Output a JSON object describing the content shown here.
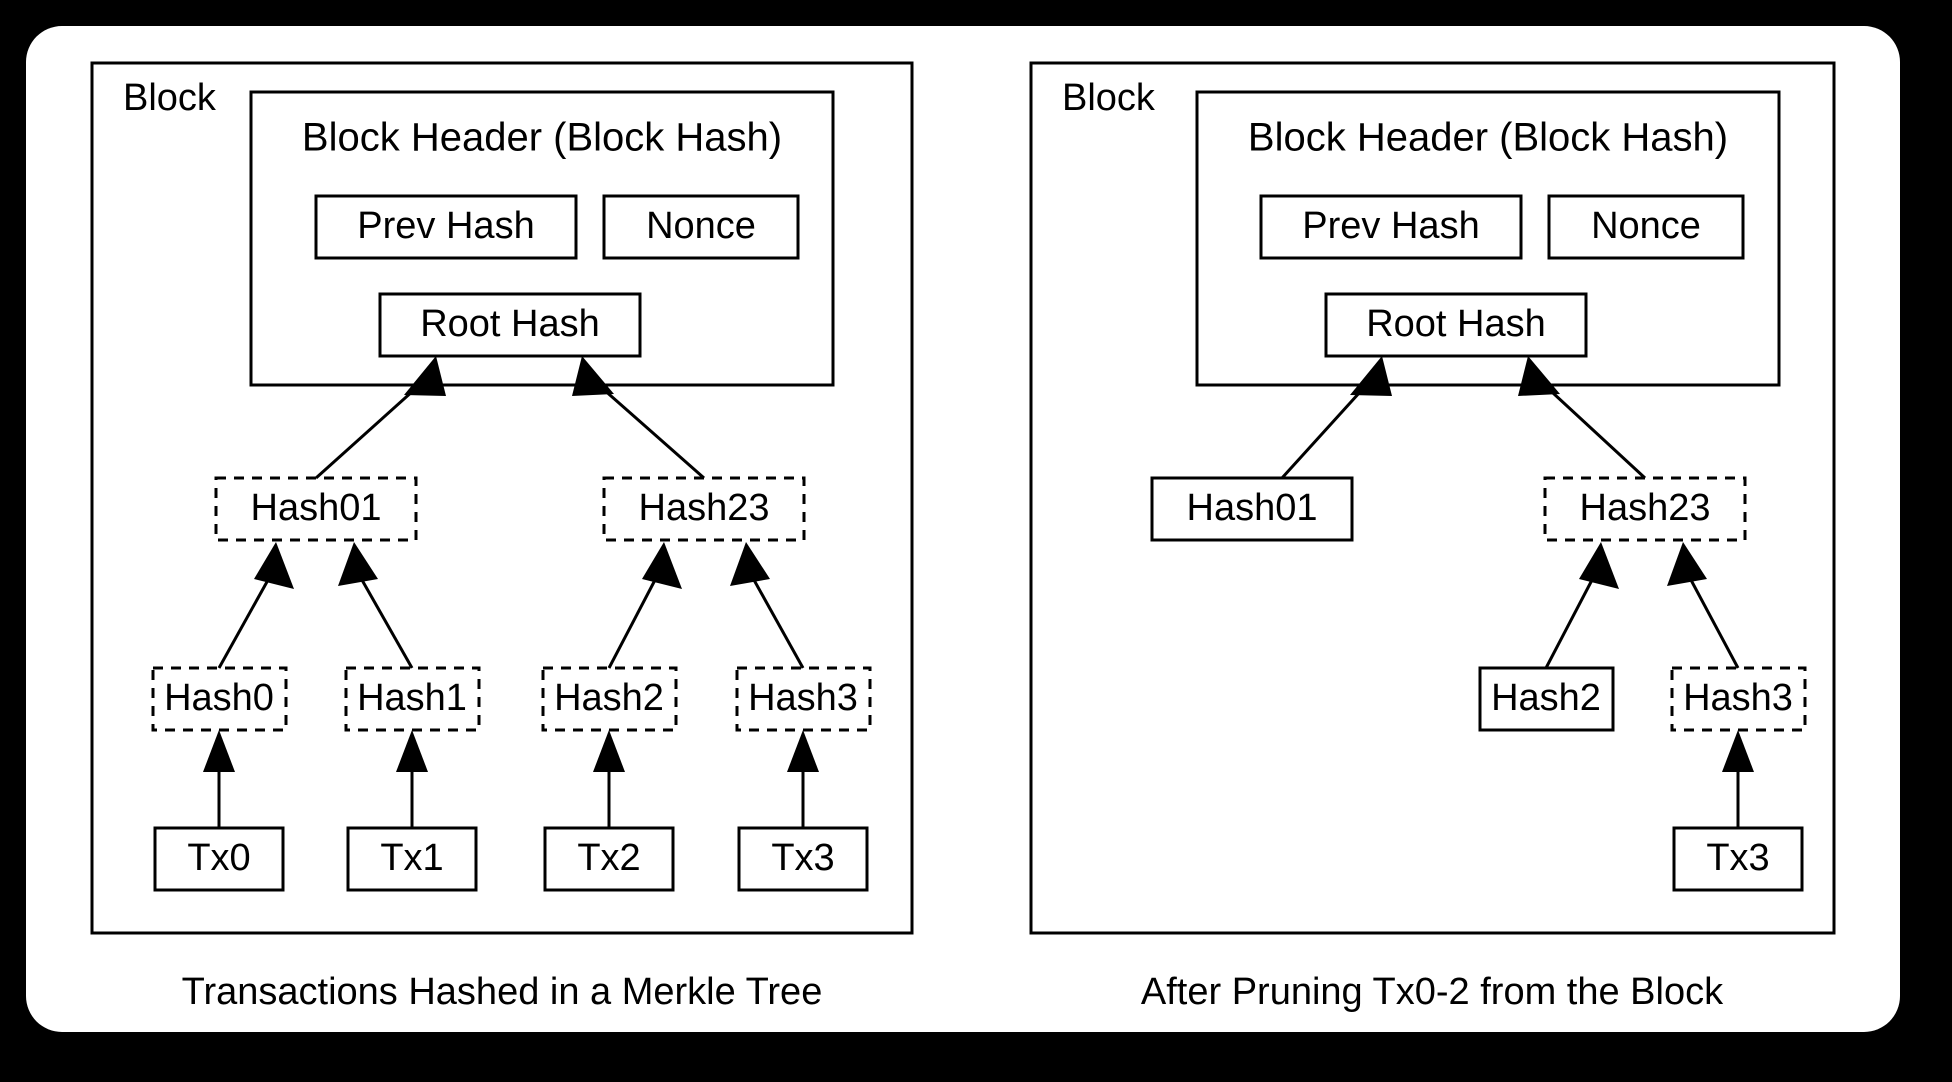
{
  "figure": {
    "background_color": "#000000",
    "canvas_color": "#ffffff",
    "stroke_color": "#000000",
    "title": "Transactions Hashed in a Merkle Tree / After Pruning Tx0-2 from the Block"
  },
  "panels": [
    {
      "id": "left",
      "block_tag": "Block",
      "header": {
        "title": "Block Header (Block Hash)",
        "fields": [
          {
            "label": "Prev Hash",
            "border": "solid"
          },
          {
            "label": "Nonce",
            "border": "solid"
          }
        ],
        "root": {
          "label": "Root Hash",
          "border": "solid"
        }
      },
      "levels": {
        "branch": [
          {
            "label": "Hash01",
            "border": "dashed"
          },
          {
            "label": "Hash23",
            "border": "dashed"
          }
        ],
        "leaf_hash": [
          {
            "label": "Hash0",
            "border": "dashed"
          },
          {
            "label": "Hash1",
            "border": "dashed"
          },
          {
            "label": "Hash2",
            "border": "dashed"
          },
          {
            "label": "Hash3",
            "border": "dashed"
          }
        ],
        "transactions": [
          {
            "label": "Tx0",
            "border": "solid"
          },
          {
            "label": "Tx1",
            "border": "solid"
          },
          {
            "label": "Tx2",
            "border": "solid"
          },
          {
            "label": "Tx3",
            "border": "solid"
          }
        ]
      },
      "caption": "Transactions Hashed in a Merkle Tree"
    },
    {
      "id": "right",
      "block_tag": "Block",
      "header": {
        "title": "Block Header (Block Hash)",
        "fields": [
          {
            "label": "Prev Hash",
            "border": "solid"
          },
          {
            "label": "Nonce",
            "border": "solid"
          }
        ],
        "root": {
          "label": "Root Hash",
          "border": "solid"
        }
      },
      "levels": {
        "branch": [
          {
            "label": "Hash01",
            "border": "solid"
          },
          {
            "label": "Hash23",
            "border": "dashed"
          }
        ],
        "leaf_hash": [
          {
            "label": "Hash2",
            "border": "solid"
          },
          {
            "label": "Hash3",
            "border": "dashed"
          }
        ],
        "transactions": [
          {
            "label": "Tx3",
            "border": "solid"
          }
        ]
      },
      "caption": "After Pruning Tx0-2 from the Block"
    }
  ]
}
